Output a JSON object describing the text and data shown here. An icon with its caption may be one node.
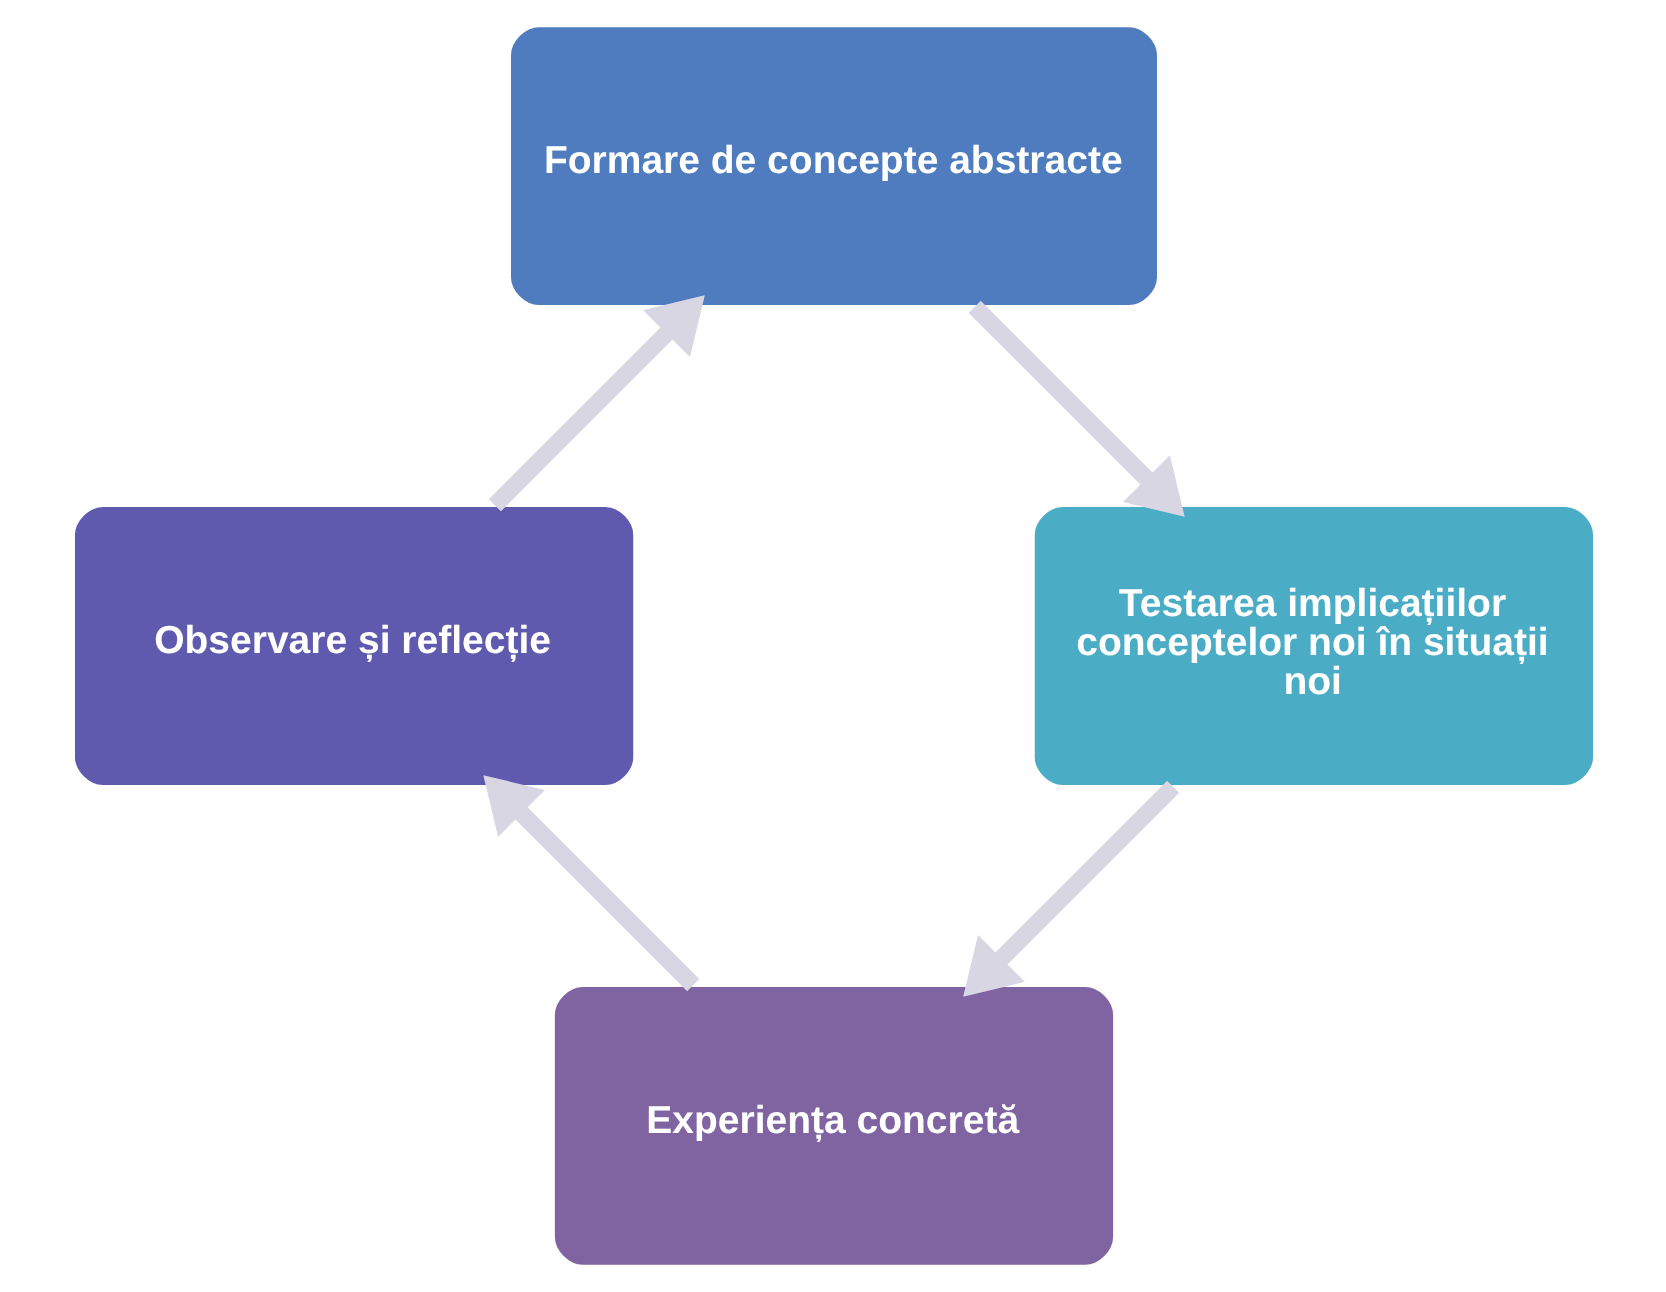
{
  "diagram": {
    "nodes": [
      {
        "text": [
          "Experiența concretă"
        ]
      },
      {
        "text": [
          "Observare și reflecție"
        ]
      },
      {
        "text": [
          "Formare de concepte abstracte"
        ]
      },
      {
        "text": [
          "Testarea implicațiilor conceptelor noi în situații noi"
        ]
      }
    ],
    "edges": [
      {
        "from": 0,
        "to": 1,
        "arrow": "to"
      },
      {
        "from": 1,
        "to": 2,
        "arrow": "to"
      },
      {
        "from": 2,
        "to": 3,
        "arrow": "to"
      },
      {
        "from": 3,
        "to": 0,
        "arrow": "to"
      }
    ]
  }
}
